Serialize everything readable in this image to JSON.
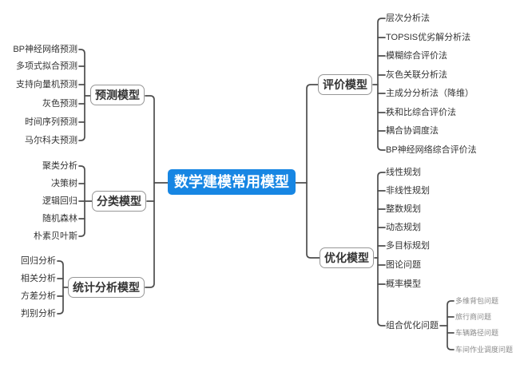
{
  "root": {
    "label": "数学建模常用模型"
  },
  "colors": {
    "accent_blue": "#1786e3",
    "root_text": "#ffffff",
    "line_color": "#4d4d4d",
    "box_border": "#979797",
    "text_dark": "#333333",
    "leaf_gray": "#8b8b8b",
    "bg": "#ffffff"
  },
  "left_groups": [
    {
      "label": "预测模型",
      "children": [
        "BP神经网络预测",
        "多项式拟合预测",
        "支持向量机预测",
        "灰色预测",
        "时间序列预测",
        "马尔科夫预测"
      ]
    },
    {
      "label": "分类模型",
      "children": [
        "聚类分析",
        "决策树",
        "逻辑回归",
        "随机森林",
        "朴素贝叶斯"
      ]
    },
    {
      "label": "统计分析模型",
      "children": [
        "回归分析",
        "相关分析",
        "方差分析",
        "判别分析"
      ]
    }
  ],
  "right_groups": [
    {
      "label": "评价模型",
      "children": [
        "层次分析法",
        "TOPSIS优劣解分析法",
        "模糊综合评价法",
        "灰色关联分析法",
        "主成分分析法（降维）",
        "秩和比综合评价法",
        "耦合协调度法",
        "BP神经网络综合评价法"
      ]
    },
    {
      "label": "优化模型",
      "children": [
        "线性规划",
        "非线性规划",
        "整数规划",
        "动态规划",
        "多目标规划",
        "图论问题",
        "概率模型",
        "组合优化问题"
      ],
      "sub": [
        "多维背包问题",
        "旅行商问题",
        "车辆路径问题",
        "车间作业调度问题"
      ]
    }
  ]
}
